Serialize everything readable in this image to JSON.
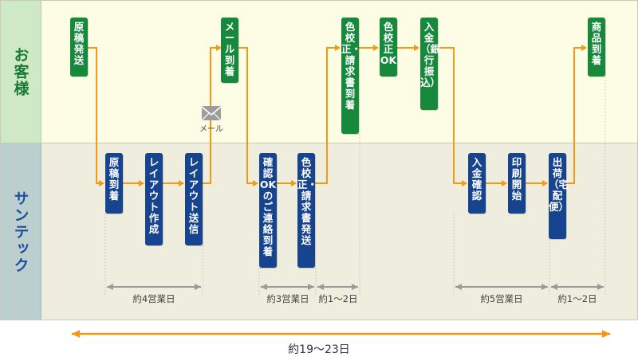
{
  "lanes": {
    "customer": "お客様",
    "santec": "サンテック"
  },
  "steps": {
    "s1": "原稿発送",
    "s2": "原稿到着",
    "s3": "レイアウト作成",
    "s4": "レイアウト送信",
    "s5": "メール到着",
    "s6": "確認OKのご連絡到着",
    "s7": "色校正・請求書発送",
    "s8": "色校正・請求書到着",
    "s9": "色校正OK",
    "s10": "入金（銀行振込）",
    "s11": "入金確認",
    "s12": "印刷開始",
    "s13": "出荷（宅配便）",
    "s14": "商品到着"
  },
  "mail_label": "メール",
  "spans": {
    "a": "約4営業日",
    "b": "約3営業日",
    "c": "約1〜2日",
    "d": "約5営業日",
    "e": "約1〜2日"
  },
  "total": "約19〜23日",
  "colors": {
    "customer_box": "#17893d",
    "santec_box": "#17448f",
    "arrow": "#f39a12",
    "span_line": "#9a9a9a"
  }
}
